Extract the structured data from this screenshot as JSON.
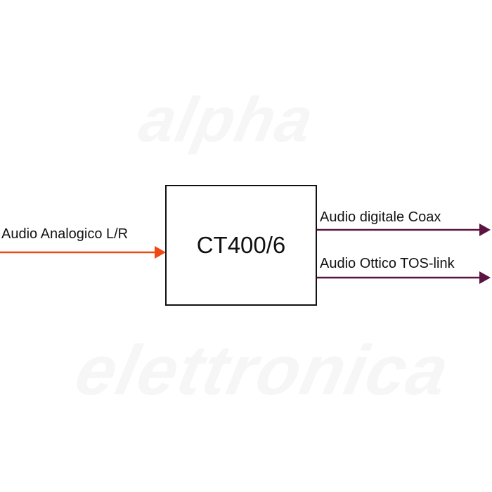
{
  "watermark": {
    "line1": "alpha",
    "line2": "elettronica"
  },
  "block": {
    "label": "CT400/6"
  },
  "input": {
    "label": "Audio Analogico L/R",
    "color": "#f04a14"
  },
  "outputs": [
    {
      "label": "Audio digitale Coax",
      "color": "#5a1442"
    },
    {
      "label": "Audio Ottico TOS-link",
      "color": "#5a1442"
    }
  ]
}
